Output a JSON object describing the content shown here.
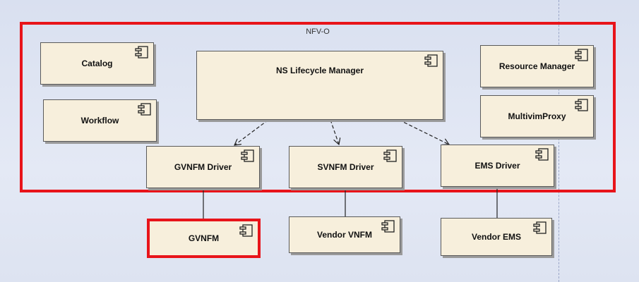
{
  "frame": {
    "title": "NFV-O"
  },
  "components": {
    "catalog": "Catalog",
    "workflow": "Workflow",
    "ns_lcm": "NS Lifecycle Manager",
    "resource_manager": "Resource Manager",
    "multivim_proxy": "MultivimProxy",
    "gvnfm_driver": "GVNFM Driver",
    "svnfm_driver": "SVNFM Driver",
    "ems_driver": "EMS Driver",
    "gvnfm": "GVNFM",
    "vendor_vnfm": "Vendor VNFM",
    "vendor_ems": "Vendor EMS"
  },
  "icons": {
    "component": "uml-component-icon"
  },
  "colors": {
    "highlight": "#e8141a",
    "component_fill": "#f7efdc"
  }
}
